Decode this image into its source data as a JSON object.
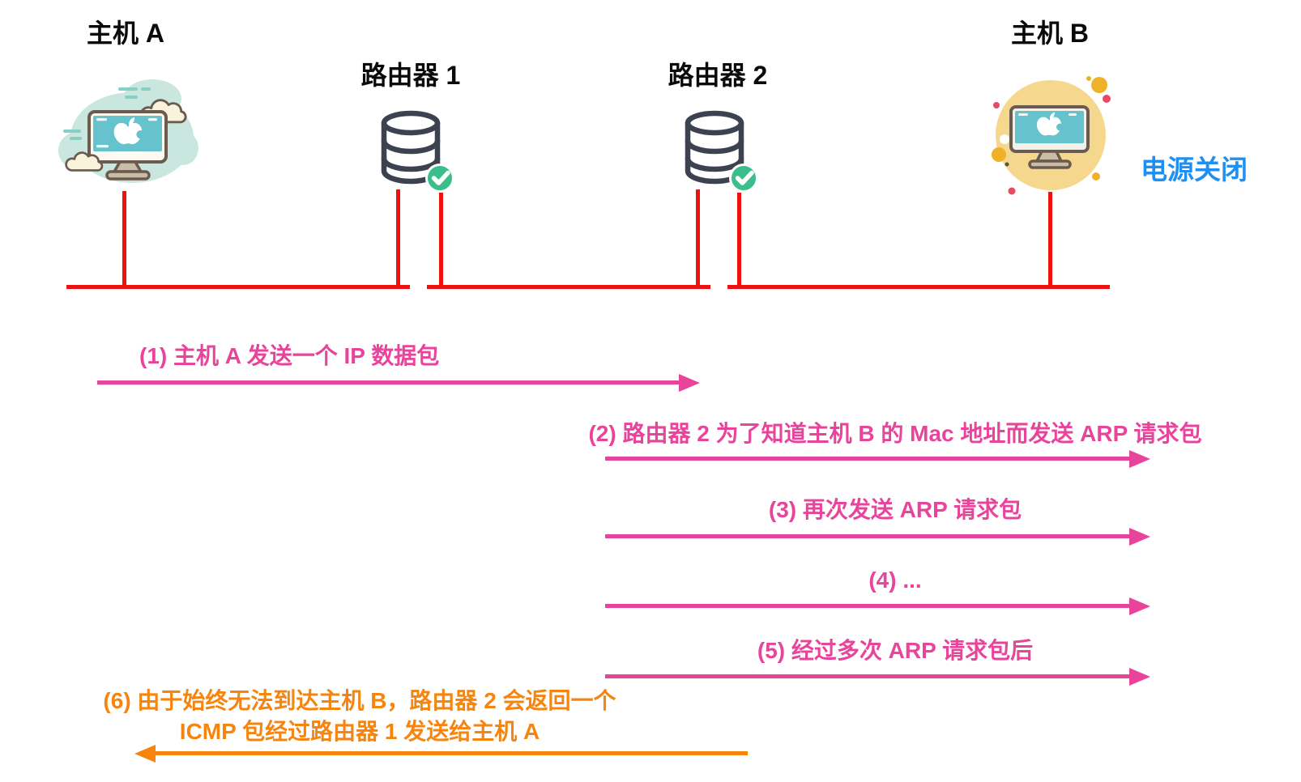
{
  "colors": {
    "message_pink": "#E8449B",
    "message_orange": "#F6850F",
    "network_line_red": "#ED1111",
    "power_off_blue": "#1F8FF2",
    "check_green": "#3BBE8C",
    "database_stroke": "#3C4250",
    "screen_teal": "#66C3CD",
    "host_b_circle_yellow": "#F6D78E",
    "host_a_blob_mint": "#C9E7DF",
    "label_black": "#0a0a0a"
  },
  "icons": {
    "host_a": "computer-with-clouds-icon",
    "router_1": "database-stack-icon with check-icon",
    "router_2": "database-stack-icon with check-icon",
    "host_b": "computer-in-yellow-circle-icon",
    "router_status": "check-icon"
  },
  "nodes": {
    "host_a": {
      "label": "主机 A"
    },
    "router_1": {
      "label": "路由器 1"
    },
    "router_2": {
      "label": "路由器 2"
    },
    "host_b": {
      "label": "主机 B",
      "status": "电源关闭"
    }
  },
  "messages": [
    {
      "label": "(1) 主机 A 发送一个 IP 数据包",
      "direction": "right",
      "color": "#E8449B"
    },
    {
      "label": "(2) 路由器 2 为了知道主机 B 的 Mac 地址而发送 ARP 请求包",
      "direction": "right",
      "color": "#E8449B"
    },
    {
      "label": "(3) 再次发送 ARP 请求包",
      "direction": "right",
      "color": "#E8449B"
    },
    {
      "label": "(4) ...",
      "direction": "right",
      "color": "#E8449B"
    },
    {
      "label": "(5) 经过多次 ARP 请求包后",
      "direction": "right",
      "color": "#E8449B"
    },
    {
      "lines": [
        "(6) 由于始终无法到达主机 B，路由器 2 会返回一个",
        "ICMP 包经过路由器 1 发送给主机 A"
      ],
      "direction": "left",
      "color": "#F6850F"
    }
  ]
}
